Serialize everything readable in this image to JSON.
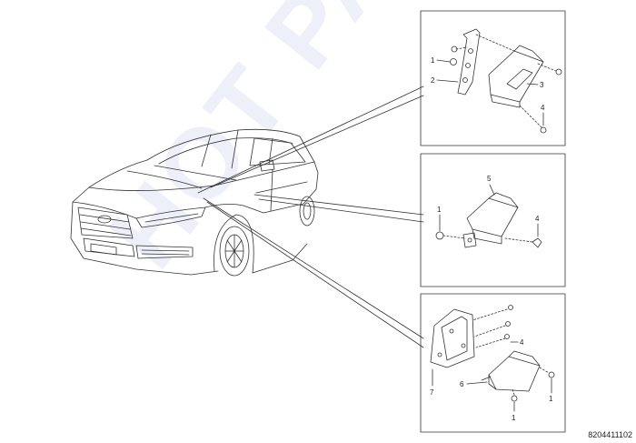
{
  "watermark": {
    "text": "HOT PARTS"
  },
  "diagram_code": "8204411102",
  "panel_top": {
    "labels": {
      "p1": "1",
      "p2": "2",
      "p3": "3",
      "p4": "4"
    }
  },
  "panel_middle": {
    "labels": {
      "p5": "5",
      "p1": "1",
      "p4": "4"
    }
  },
  "panel_bottom": {
    "labels": {
      "p7": "7",
      "p6": "6",
      "p4": "4",
      "p1a": "1",
      "p1b": "1"
    }
  },
  "colors": {
    "line": "#333333",
    "watermark": "#dfe4f3"
  }
}
